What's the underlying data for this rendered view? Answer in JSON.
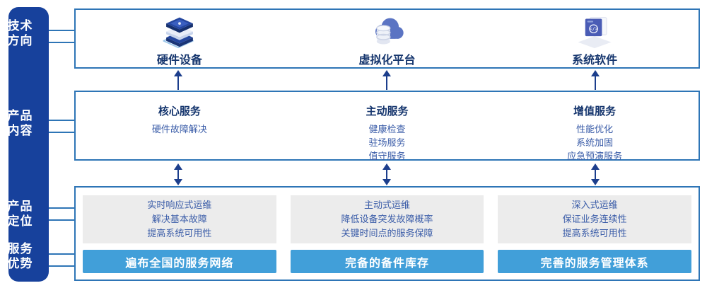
{
  "colors": {
    "rail_bg": "#17419c",
    "panel_border": "#2e75b6",
    "title_navy": "#16366e",
    "body_blue": "#3a5ca8",
    "bar_blue": "#419fd9",
    "gray_box": "#ececec",
    "arrow_navy": "#1c3e8c"
  },
  "sidebar": {
    "groups": [
      {
        "label": "技术\n方向"
      },
      {
        "label": "产品\n内容"
      },
      {
        "label": "产品\n定位"
      },
      {
        "label": "服务\n优势"
      }
    ]
  },
  "tech_row": {
    "items": [
      {
        "icon": "server-stack-icon",
        "label": "硬件设备"
      },
      {
        "icon": "cloud-database-icon",
        "label": "虚拟化平台"
      },
      {
        "icon": "software-window-icon",
        "label": "系统软件"
      }
    ]
  },
  "product_row": {
    "columns": [
      {
        "title": "核心服务",
        "items": [
          "硬件故障解决",
          "",
          ""
        ]
      },
      {
        "title": "主动服务",
        "items": [
          "健康检查",
          "驻场服务",
          "值守服务"
        ]
      },
      {
        "title": "增值服务",
        "items": [
          "性能优化",
          "系统加固",
          "应急预演服务"
        ]
      }
    ]
  },
  "positioning_row": {
    "columns": [
      {
        "lines": [
          "实时响应式运维",
          "解决基本故障",
          "提高系统可用性"
        ],
        "advantage": "遍布全国的服务网络"
      },
      {
        "lines": [
          "主动式运维",
          "降低设备突发故障概率",
          "关键时间点的服务保障"
        ],
        "advantage": "完备的备件库存"
      },
      {
        "lines": [
          "深入式运维",
          "保证业务连续性",
          "提高系统可用性"
        ],
        "advantage": "完善的服务管理体系"
      }
    ]
  }
}
